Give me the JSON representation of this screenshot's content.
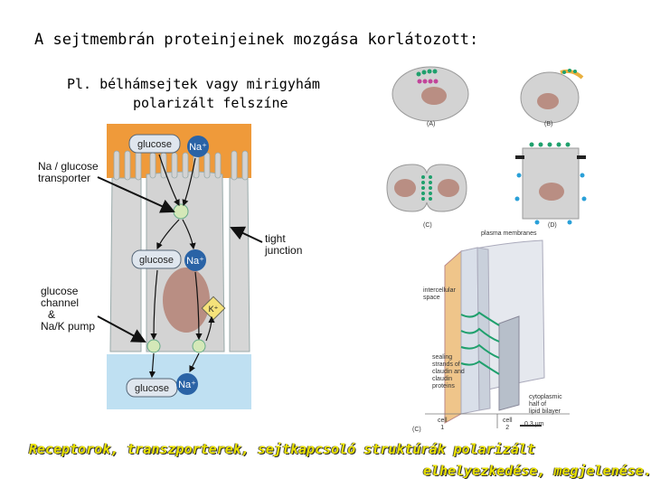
{
  "heading": {
    "title": "A sejtmembrán proteinjeinek mozgása korlátozott:",
    "subtitle_line1": "Pl. bélhámsejtek vagy mirigyhám",
    "subtitle_line2": "polarizált felszíne"
  },
  "transport_figure": {
    "glucose_top": "glucose",
    "na_top": "Na⁺",
    "glucose_mid": "glucose",
    "na_mid": "Na⁺",
    "glucose_bottom": "glucose",
    "na_bottom": "Na⁺",
    "k_ion": "K⁺",
    "label_transporter_1": "Na / glucose",
    "label_transporter_2": "transporter",
    "label_tight_1": "tight",
    "label_tight_2": "junction",
    "label_channel_1": "glucose",
    "label_channel_2": "channel",
    "label_channel_3": "&",
    "label_channel_4": "Na/K pump"
  },
  "cell_panels": {
    "a": "(A)",
    "b": "(B)",
    "c": "(C)",
    "d": "(D)"
  },
  "junction_figure": {
    "plasma_membranes": "plasma membranes",
    "intercellular_1": "intercellular",
    "intercellular_2": "space",
    "sealing_1": "sealing",
    "sealing_2": "strands of",
    "sealing_3": "claudin and",
    "sealing_4": "claudin",
    "sealing_5": "proteins",
    "cytoplasmic_1": "cytoplasmic",
    "cytoplasmic_2": "half of",
    "cytoplasmic_3": "lipid bilayer",
    "cell1_1": "cell",
    "cell1_2": "1",
    "cell2_1": "cell",
    "cell2_2": "2",
    "scale": "0.3 μm",
    "panel": "(C)"
  },
  "caption": {
    "line1": "Receptorok, transzporterek, sejtkapcsoló struktúrák polarizált",
    "line2": "elhelyezkedése, megjelenése."
  },
  "colors": {
    "apical": "#ef9a3a",
    "basal": "#bfe0f2",
    "cell": "#d3d3d3",
    "nucleus": "#b98e83",
    "na": "#2a63a6",
    "junction_green": "#1fa06d"
  }
}
